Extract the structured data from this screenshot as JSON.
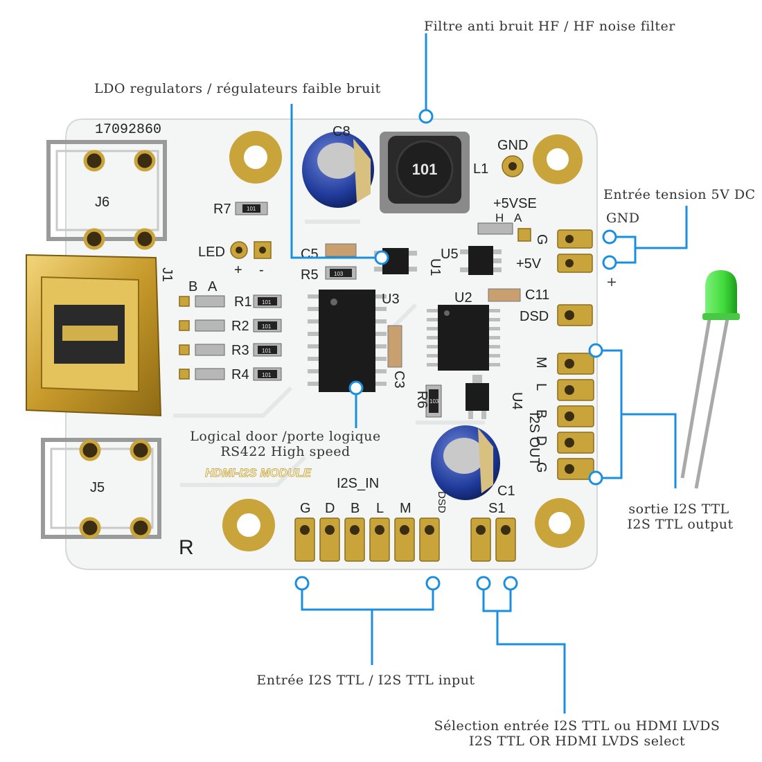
{
  "board": {
    "serial": "17092860",
    "module_name": "HDMI-I2S MODULE",
    "inductor_code": "101",
    "labels": {
      "c8": "C8",
      "l1": "L1",
      "gnd_top": "GND",
      "vse": "+5VSE",
      "h": "H",
      "a": "A",
      "r7": "R7",
      "j6": "J6",
      "j5": "J5",
      "j1": "J1",
      "led": "LED",
      "plus": "+",
      "minus": "-",
      "c5": "C5",
      "r5": "R5",
      "u1": "U1",
      "u5": "U5",
      "u3": "U3",
      "u2": "U2",
      "c3": "C3",
      "c11": "C11",
      "dsd": "DSD",
      "g": "G",
      "v5": "+5V",
      "r6": "R6",
      "u4": "U4",
      "i2s_out": "I2S OUT",
      "i2s_in": "I2S_IN",
      "c1": "C1",
      "s1": "S1",
      "r": "R",
      "b": "B",
      "r1": "R1",
      "r2": "R2",
      "r3": "R3",
      "r4": "R4"
    },
    "input_pins": [
      "G",
      "D",
      "B",
      "L",
      "M",
      "DSD"
    ],
    "output_pins": [
      "M",
      "L",
      "B",
      "D",
      "G"
    ],
    "smd_codes": [
      "101",
      "103",
      "101",
      "101",
      "101",
      "101",
      "103"
    ]
  },
  "callouts": {
    "hf_filter": "Filtre anti bruit HF / HF noise filter",
    "ldo": "LDO regulators / régulateurs faible bruit",
    "power_in": "Entrée tension 5V DC",
    "gnd": "GND",
    "plus": "+",
    "logic_line1": "Logical door /porte logique",
    "logic_line2": "RS422 High speed",
    "output_line1": "sortie I2S TTL",
    "output_line2": "I2S TTL output",
    "input": "Entrée I2S TTL / I2S TTL input",
    "select_line1": "Sélection entrée I2S TTL ou HDMI LVDS",
    "select_line2": "I2S TTL OR HDMI LVDS select"
  },
  "colors": {
    "board": "#f4f6f5",
    "gold": "#c9a43a",
    "leader": "#1a8fe0",
    "led_green": "#3fd93a"
  }
}
